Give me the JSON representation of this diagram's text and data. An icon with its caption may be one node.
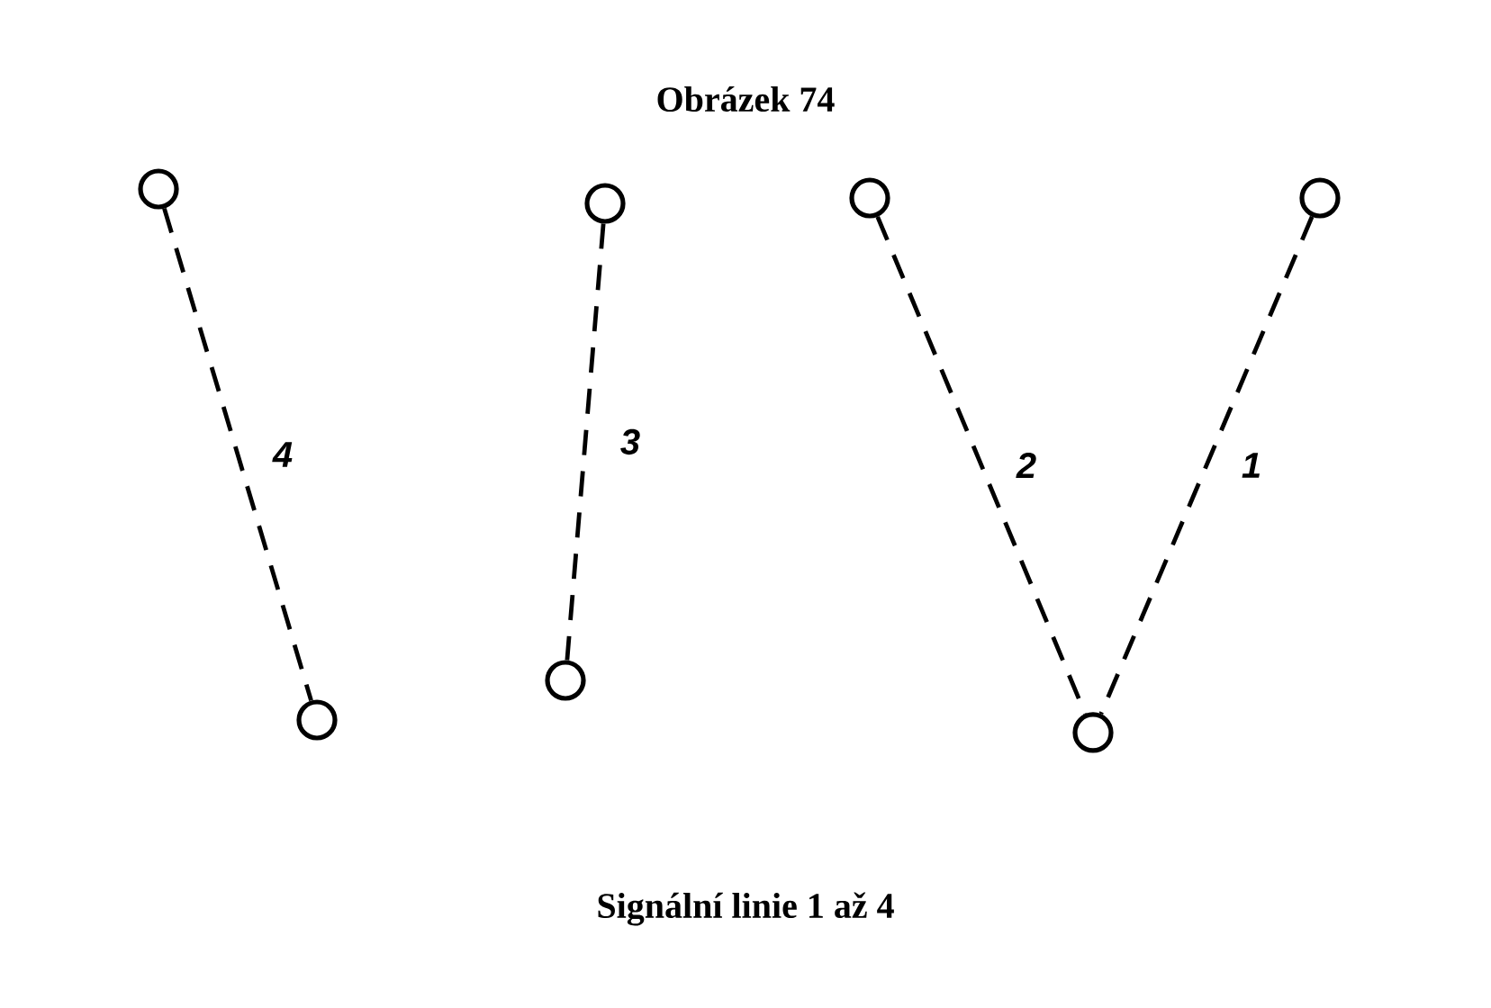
{
  "diagram": {
    "title": "Obrázek 74",
    "caption": "Signální linie 1 až 4",
    "nodes": [
      {
        "text": [],
        "shape": "circle"
      },
      {
        "text": [],
        "shape": "circle"
      },
      {
        "text": [],
        "shape": "circle"
      },
      {
        "text": [],
        "shape": "circle"
      },
      {
        "text": [],
        "shape": "circle"
      },
      {
        "text": [],
        "shape": "circle"
      },
      {
        "text": [],
        "shape": "circle"
      }
    ],
    "edges": [
      {
        "from": 0,
        "to": 4,
        "arrow": "none",
        "label": "4",
        "style": "dashed"
      },
      {
        "from": 1,
        "to": 5,
        "arrow": "none",
        "label": "3",
        "style": "dashed"
      },
      {
        "from": 2,
        "to": 6,
        "arrow": "none",
        "label": "2",
        "style": "dashed"
      },
      {
        "from": 3,
        "to": 6,
        "arrow": "none",
        "label": "1",
        "style": "dashed"
      }
    ]
  }
}
